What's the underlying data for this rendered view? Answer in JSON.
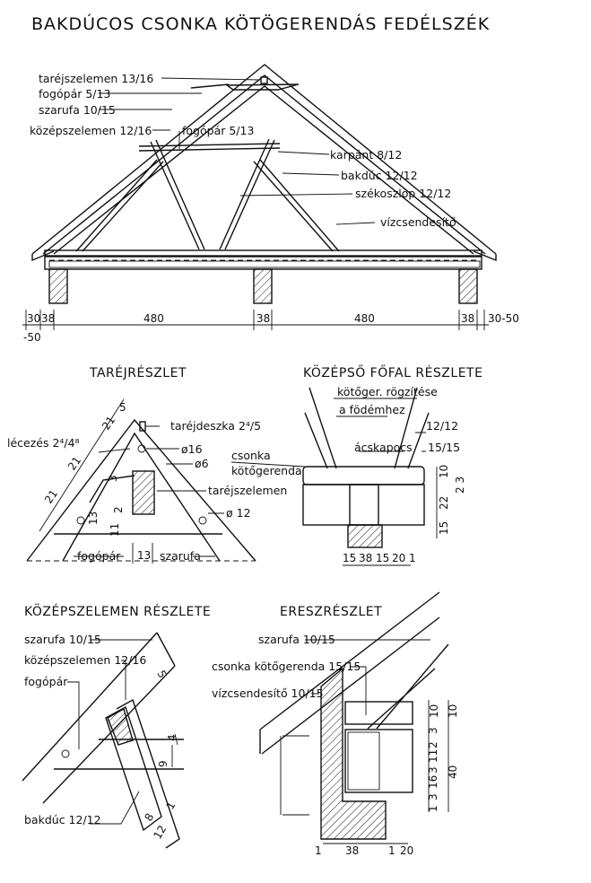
{
  "title": "BAKDÚCOS CSONKA KÖTÖGERENDÁS FEDÉLSZÉK",
  "main": {
    "labels": {
      "tarejszelemen": "taréjszelemen 13/16",
      "fogopar_top": "fogópár 5/13",
      "szarufa": "szarufa 10/15",
      "kozepszelemen": "középszelemen 12/16",
      "fogopar_mid": "fogópár 5/13",
      "karpant": "karpánt 8/12",
      "bakduc": "bakdúc 12/12",
      "szekoszlop": "székoszlop 12/12",
      "vizcsendesito": "vízcsendesítő"
    },
    "dims": [
      "30",
      "38",
      "480",
      "38",
      "480",
      "38",
      "30-50",
      "-50"
    ]
  },
  "tarej": {
    "heading": "TARÉJRÉSZLET",
    "labels": {
      "tarejdeszka": "taréjdeszka 2⁴/5",
      "lecezes": "lécezés 2⁴/4⁸",
      "phi16": "ø16",
      "phi6": "ø6",
      "tarejszelemen": "taréjszelemen",
      "phi12": "ø 12",
      "fogopar": "fogópár",
      "szarufa": "szarufa"
    },
    "dims": [
      "5",
      "21",
      "21",
      "21",
      "3",
      "2",
      "13",
      "11",
      "13"
    ]
  },
  "fofal": {
    "heading": "KÖZÉPSŐ FŐFAL RÉSZLETE",
    "labels": {
      "rogzites1": "kötőger. rögzítése",
      "rogzites2": "a födémhez",
      "d1212": "12/12",
      "acskapocs": "ácskapocs",
      "d1515": "15/15",
      "csonka1": "csonka",
      "csonka2": "kötőgerenda"
    },
    "dims": [
      "10",
      "2 3",
      "22",
      "15",
      "15",
      "38",
      "15",
      "20",
      "1"
    ]
  },
  "kozepszelemen": {
    "heading": "KÖZÉPSZELEMEN RÉSZLETE",
    "labels": {
      "szarufa": "szarufa 10/15",
      "kozepszelemen": "középszelemen 12/16",
      "fogopar": "fogópár",
      "bakduc": "bakdúc 12/12"
    },
    "dims": [
      "5",
      "4",
      "9",
      "8",
      "12",
      "1"
    ]
  },
  "eresz": {
    "heading": "ERESZRÉSZLET",
    "labels": {
      "szarufa": "szarufa 10/15",
      "csonka": "csonka kötőgerenda 15/15",
      "vizcsendesito": "vízcsendesítő 10/15"
    },
    "dims": [
      "10",
      "10",
      "3",
      "2",
      "11",
      "3",
      "16",
      "3",
      "40",
      "1",
      "1",
      "38",
      "1",
      "20"
    ]
  }
}
